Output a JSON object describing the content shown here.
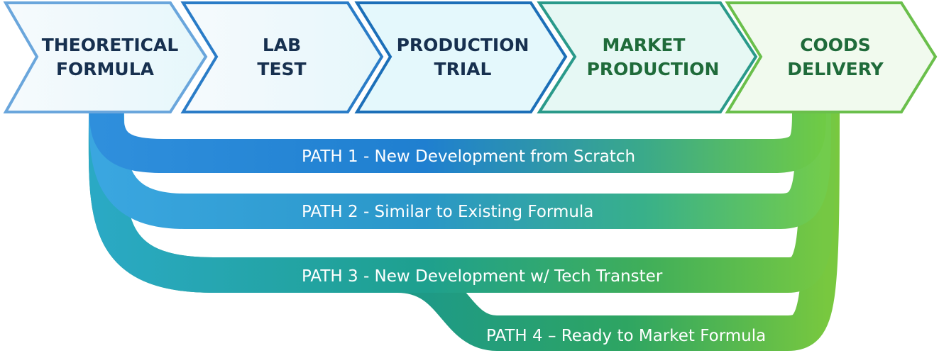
{
  "stages": [
    {
      "line1": "THEORETICAL",
      "line2": "FORMULA",
      "color": "#5b9bd5",
      "text_color": "#17304f"
    },
    {
      "line1": "LAB",
      "line2": "TEST",
      "color": "#2a7cc7",
      "text_color": "#17304f"
    },
    {
      "line1": "PRODUCTION",
      "line2": "TRIAL",
      "color": "#1c6fb8",
      "text_color": "#17304f"
    },
    {
      "line1": "MARKET",
      "line2": "PRODUCTION",
      "color": "#2a9a8a",
      "text_color": "#1f6b3a"
    },
    {
      "line1": "COODS",
      "line2": "DELIVERY",
      "color": "#6abf4b",
      "text_color": "#1f6b3a"
    }
  ],
  "paths": [
    {
      "label": "PATH 1 - New Development from Scratch"
    },
    {
      "label": "PATH 2 - Similar to Existing Formula"
    },
    {
      "label": "PATH 3 - New Development w/ Tech Transter"
    },
    {
      "label": "PATH 4 – Ready to Market Formula"
    }
  ],
  "colors": {
    "path_start": "#1f86d6",
    "path_mid": "#1aa3a0",
    "path_end": "#6cc94a"
  }
}
